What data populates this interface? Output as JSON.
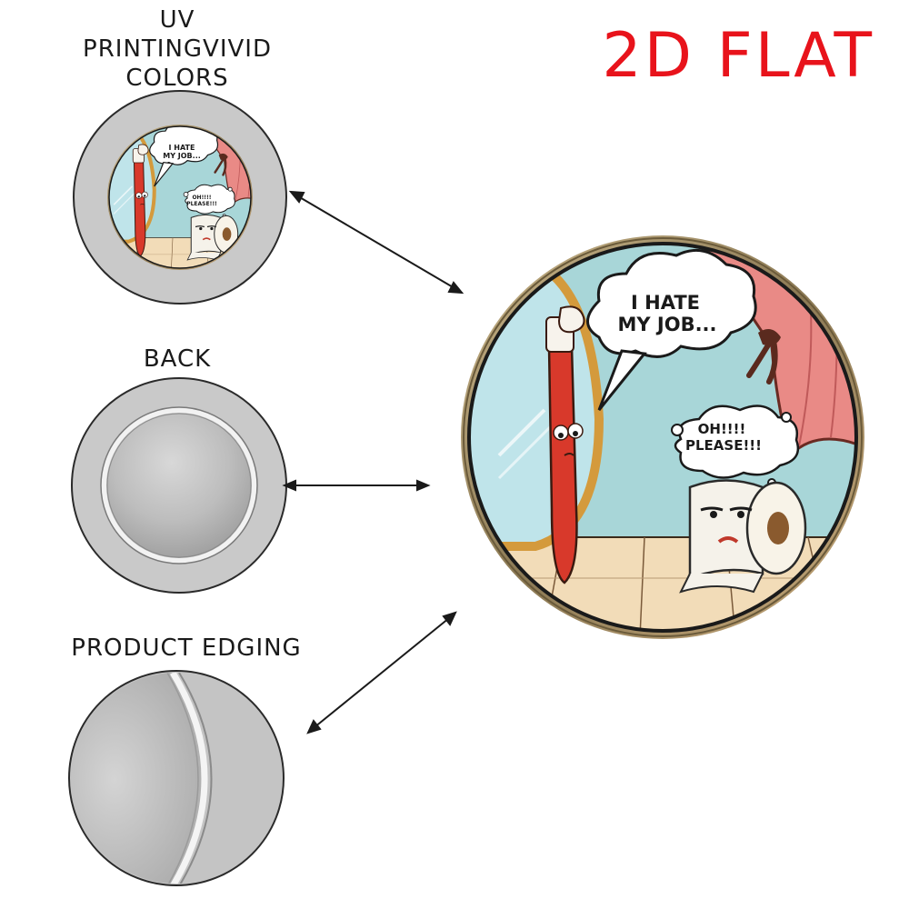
{
  "labels": {
    "uv_line1": "UV",
    "uv_line2": "PRINTINGVIVID",
    "uv_line3": "COLORS",
    "back": "BACK",
    "edging": "PRODUCT EDGING"
  },
  "title": "2D FLAT",
  "bubbles": {
    "large_speech_line1": "I HATE",
    "large_speech_line2": "MY JOB...",
    "large_thought_line1": "OH!!!!",
    "large_thought_line2": "PLEASE!!!",
    "small_speech_line1": "I HATE",
    "small_speech_line2": "MY JOB...",
    "small_thought_line1": "OH!!!!",
    "small_thought_line2": "PLEASE!!!"
  },
  "colors": {
    "title_red": "#e8131b",
    "wall": "#a8d6d8",
    "floor": "#f2dcb8",
    "toothbrush": "#d8392b",
    "curtain": "#e98a86",
    "frame": "#d49a3c",
    "gray_disc": "#c9c9c9"
  },
  "icons": [
    "double-arrow-icon"
  ]
}
